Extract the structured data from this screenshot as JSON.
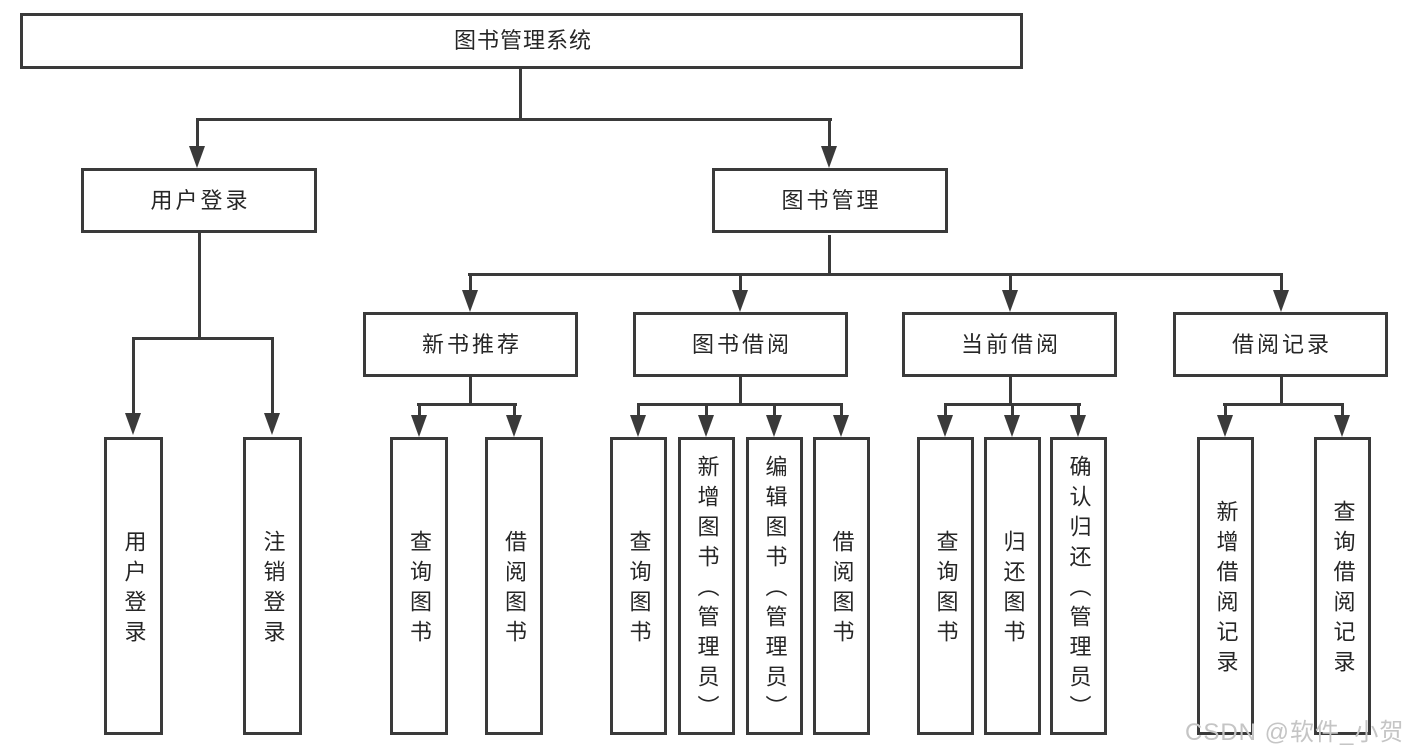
{
  "colors": {
    "line": "#3a3a3a",
    "box_border": "#3a3a3a",
    "text": "#262626",
    "watermark": "#c5c5c5",
    "background": "#ffffff"
  },
  "watermark": "CSDN @软件_小贺同学",
  "tree": {
    "root": {
      "label": "图书管理系统"
    },
    "branches": [
      {
        "label": "用户登录",
        "children": [
          {
            "label": "用户登录"
          },
          {
            "label": "注销登录"
          }
        ]
      },
      {
        "label": "图书管理",
        "sections": [
          {
            "label": "新书推荐",
            "children": [
              {
                "label": "查询图书"
              },
              {
                "label": "借阅图书"
              }
            ]
          },
          {
            "label": "图书借阅",
            "children": [
              {
                "label": "查询图书"
              },
              {
                "label": "新增图书（管理员）"
              },
              {
                "label": "编辑图书（管理员）"
              },
              {
                "label": "借阅图书"
              }
            ]
          },
          {
            "label": "当前借阅",
            "children": [
              {
                "label": "查询图书"
              },
              {
                "label": "归还图书"
              },
              {
                "label": "确认归还（管理员）"
              }
            ]
          },
          {
            "label": "借阅记录",
            "children": [
              {
                "label": "新增借阅记录"
              },
              {
                "label": "查询借阅记录"
              }
            ]
          }
        ]
      }
    ]
  }
}
